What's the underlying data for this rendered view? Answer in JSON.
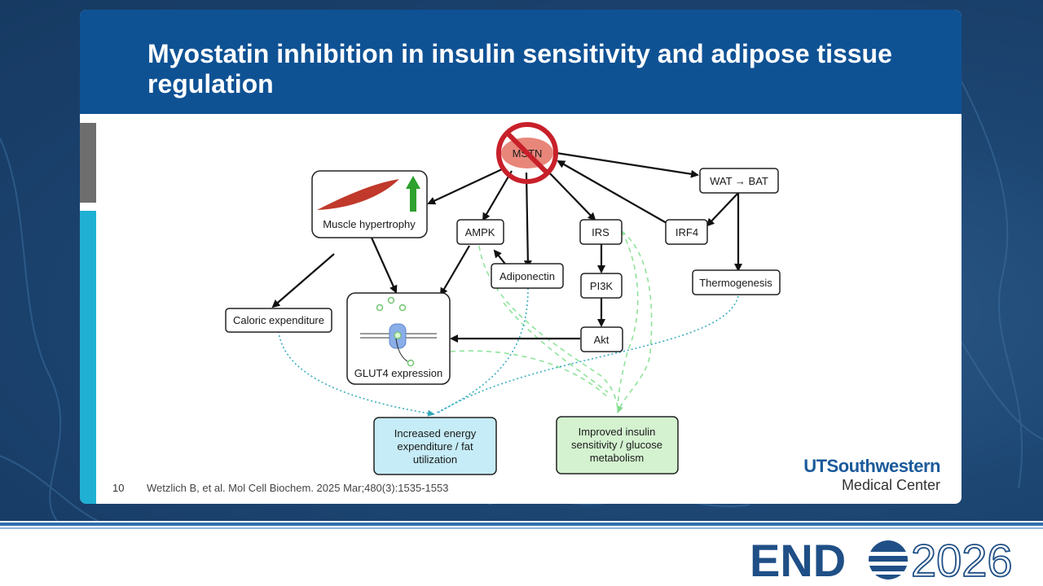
{
  "slide": {
    "title": "Myostatin inhibition in insulin sensitivity and adipose tissue regulation",
    "slide_number": "10",
    "citation": "Wetzlich B, et al. Mol Cell Biochem. 2025 Mar;480(3):1535-1553"
  },
  "logo": {
    "institution_main": "UTSouthwestern",
    "institution_sub": "Medical Center",
    "conference_word": "END",
    "conference_year": "2026"
  },
  "diagram": {
    "nodes": {
      "mstn": "MSTN",
      "muscle_hypertrophy": "Muscle hypertrophy",
      "ampk": "AMPK",
      "adiponectin": "Adiponectin",
      "irs": "IRS",
      "pi3k": "PI3K",
      "akt": "Akt",
      "irf4": "IRF4",
      "wat_bat": "WAT → BAT",
      "thermogenesis": "Thermogenesis",
      "caloric_expenditure": "Caloric expenditure",
      "glut4_expression": "GLUT4 expression",
      "energy_line1": "Increased energy",
      "energy_line2": "expenditure / fat",
      "energy_line3": "utilization",
      "insulin_line1": "Improved insulin",
      "insulin_line2": "sensitivity / glucose",
      "insulin_line3": "metabolism"
    },
    "colors": {
      "energy_box": "#c5ecf7",
      "insulin_box": "#d4f2d0",
      "mstn_fill": "#e8867a",
      "inhibit_ring": "#c8202a",
      "muscle": "#c0392b",
      "up_arrow": "#2ea12e",
      "glut4": "#8aaee8",
      "dotted_blue": "#3aaec0",
      "dashed_green": "#8fe39a"
    }
  }
}
